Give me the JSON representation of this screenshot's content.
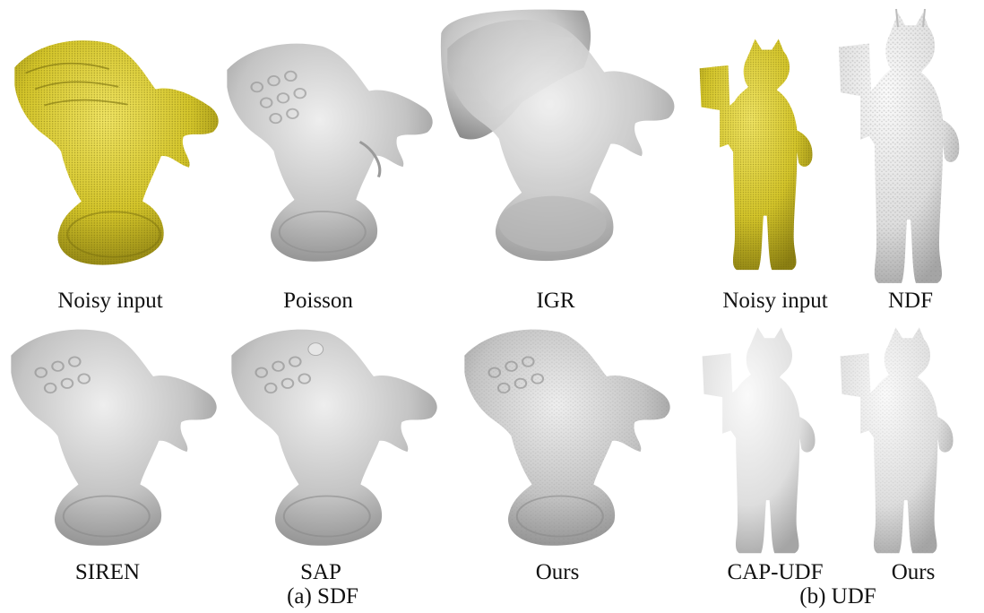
{
  "figure": {
    "panels": [
      {
        "id": "gargoyle-noisy",
        "caption": "Noisy input",
        "style": "points",
        "model": "gargoyle"
      },
      {
        "id": "gargoyle-poisson",
        "caption": "Poisson",
        "style": "gray",
        "model": "gargoyle"
      },
      {
        "id": "gargoyle-igr",
        "caption": "IGR",
        "style": "gray-blob",
        "model": "gargoyle"
      },
      {
        "id": "bear-noisy",
        "caption": "Noisy input",
        "style": "points",
        "model": "bear"
      },
      {
        "id": "bear-ndf",
        "caption": "NDF",
        "style": "white-rough",
        "model": "bear"
      },
      {
        "id": "gargoyle-siren",
        "caption": "SIREN",
        "style": "gray",
        "model": "gargoyle"
      },
      {
        "id": "gargoyle-sap",
        "caption": "SAP",
        "style": "gray",
        "model": "gargoyle"
      },
      {
        "id": "gargoyle-ours",
        "caption": "Ours",
        "style": "gray",
        "model": "gargoyle"
      },
      {
        "id": "bear-capudf",
        "caption": "CAP-UDF",
        "style": "white",
        "model": "bear"
      },
      {
        "id": "bear-ours",
        "caption": "Ours",
        "style": "white",
        "model": "bear"
      }
    ],
    "groups": {
      "sdf": "(a) SDF",
      "udf": "(b) UDF"
    },
    "colors": {
      "point_fill": "#d9cc2c",
      "point_dark": "#8a7f10",
      "gray_fill": "#c9c9c9",
      "gray_shade": "#8f8f8f",
      "white_fill": "#e8e8e8",
      "white_shade": "#a8a8a8"
    }
  }
}
